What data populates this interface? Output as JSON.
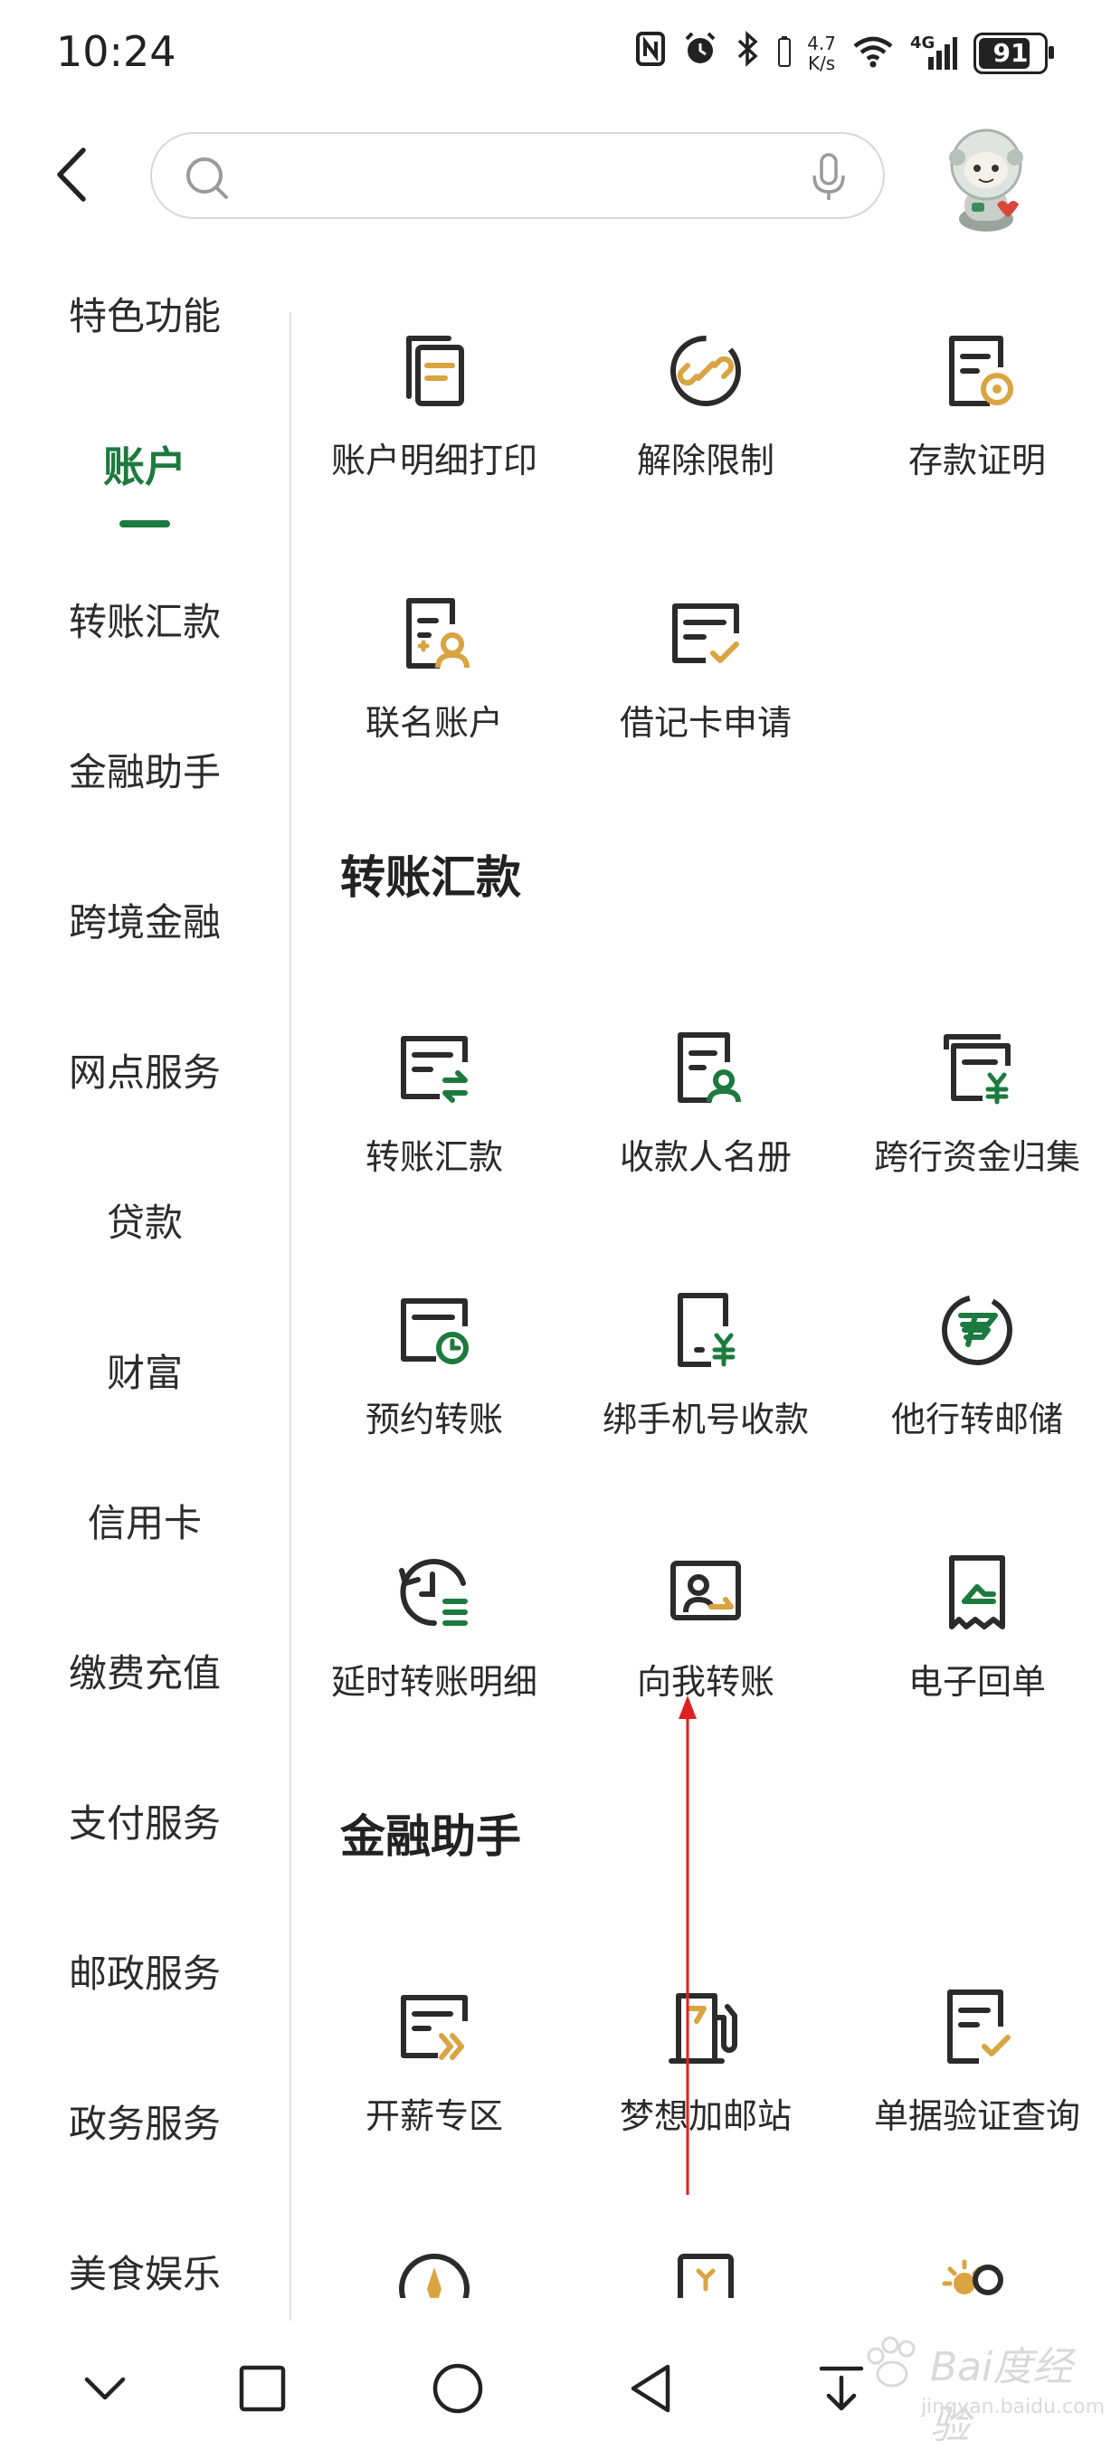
{
  "status_bar": {
    "time": "10:24",
    "speed_value": "4.7",
    "speed_unit": "K/s",
    "network": "4G",
    "battery": "91"
  },
  "header": {
    "search_placeholder": ""
  },
  "sidebar": {
    "items": [
      {
        "label": "特色功能"
      },
      {
        "label": "账户"
      },
      {
        "label": "转账汇款"
      },
      {
        "label": "金融助手"
      },
      {
        "label": "跨境金融"
      },
      {
        "label": "网点服务"
      },
      {
        "label": "贷款"
      },
      {
        "label": "财富"
      },
      {
        "label": "信用卡"
      },
      {
        "label": "缴费充值"
      },
      {
        "label": "支付服务"
      },
      {
        "label": "邮政服务"
      },
      {
        "label": "政务服务"
      },
      {
        "label": "美食娱乐"
      }
    ],
    "active": "账户"
  },
  "account_section": {
    "items": [
      {
        "label": "账户明细打印",
        "icon": "document-stack-icon"
      },
      {
        "label": "解除限制",
        "icon": "unlink-icon"
      },
      {
        "label": "存款证明",
        "icon": "certificate-icon"
      },
      {
        "label": "联名账户",
        "icon": "joint-account-icon"
      },
      {
        "label": "借记卡申请",
        "icon": "card-apply-icon"
      }
    ]
  },
  "transfer_section": {
    "title": "转账汇款",
    "items": [
      {
        "label": "转账汇款",
        "icon": "transfer-icon"
      },
      {
        "label": "收款人名册",
        "icon": "payee-list-icon"
      },
      {
        "label": "跨行资金归集",
        "icon": "fund-collection-icon"
      },
      {
        "label": "预约转账",
        "icon": "scheduled-transfer-icon"
      },
      {
        "label": "绑手机号收款",
        "icon": "phone-receive-icon"
      },
      {
        "label": "他行转邮储",
        "icon": "postal-logo-icon"
      },
      {
        "label": "延时转账明细",
        "icon": "delayed-transfer-icon"
      },
      {
        "label": "向我转账",
        "icon": "transfer-to-me-icon"
      },
      {
        "label": "电子回单",
        "icon": "e-receipt-icon"
      }
    ]
  },
  "finance_section": {
    "title": "金融助手",
    "items": [
      {
        "label": "开薪专区",
        "icon": "salary-icon"
      },
      {
        "label": "梦想加邮站",
        "icon": "fuel-station-icon"
      },
      {
        "label": "单据验证查询",
        "icon": "document-verify-icon"
      }
    ]
  },
  "watermark": {
    "text": "Bai度经验",
    "sub": "jingyan.baidu.com"
  },
  "colors": {
    "accent_green": "#1d7a3e",
    "icon_gold": "#d9a441",
    "icon_dark": "#2b2b2b"
  }
}
